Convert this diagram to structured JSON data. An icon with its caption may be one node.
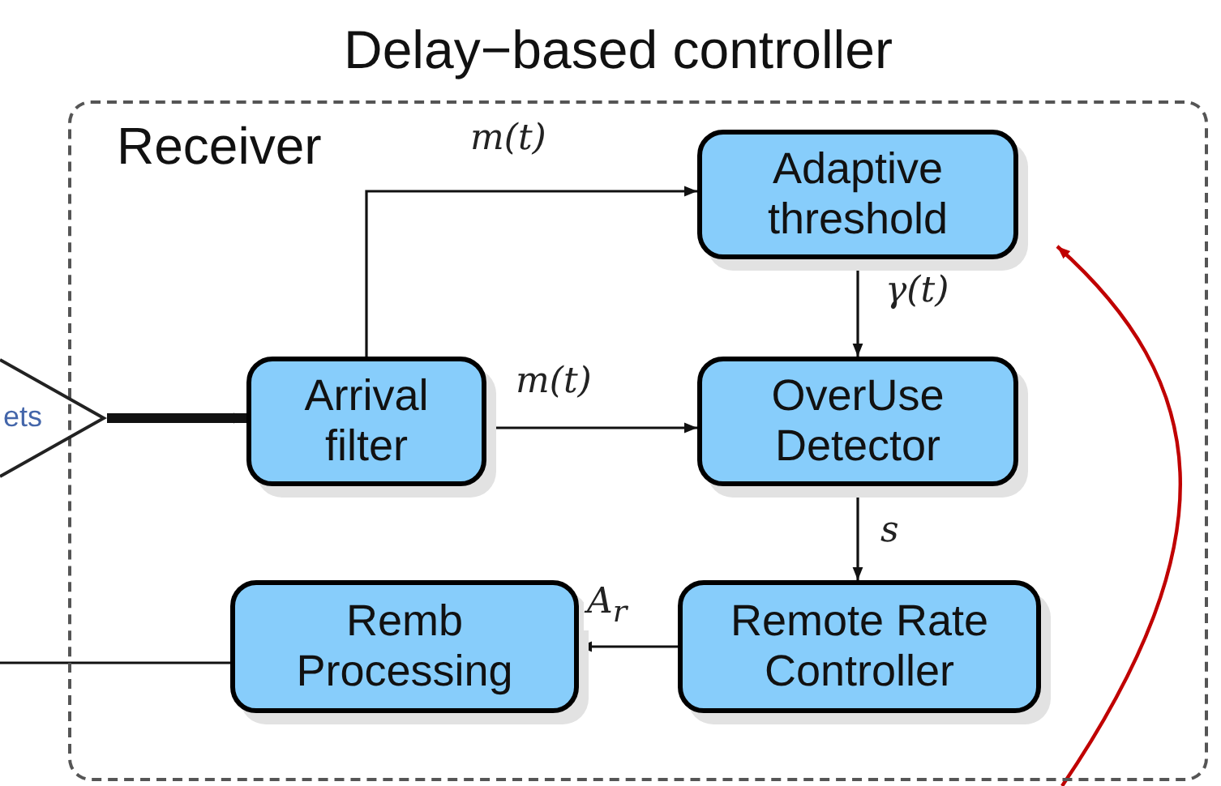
{
  "diagram": {
    "nodes": [
      {
        "text": [
          "Delay−based controller",
          "Receiver"
        ]
      },
      {
        "text": [
          "Adaptive threshold"
        ],
        "in": 0
      },
      {
        "text": [
          "Arrival filter"
        ],
        "in": 0
      },
      {
        "text": [
          "OverUse Detector"
        ],
        "in": 0
      },
      {
        "text": [
          "Remb Processing"
        ],
        "in": 0
      },
      {
        "text": [
          "Remote Rate Controller"
        ],
        "in": 0
      },
      {
        "text": [
          "ets"
        ]
      }
    ],
    "edges": [
      {
        "from": 6,
        "to": 2,
        "arrow": "to",
        "style": "thick"
      },
      {
        "from": 2,
        "to": 1,
        "arrow": "to",
        "label": "m(t)"
      },
      {
        "from": 2,
        "to": 3,
        "arrow": "to",
        "label": "m(t)"
      },
      {
        "from": 1,
        "to": 3,
        "arrow": "to",
        "label": "γ(t)"
      },
      {
        "from": 3,
        "to": 5,
        "arrow": "to",
        "label": "s"
      },
      {
        "from": 5,
        "to": 4,
        "arrow": "to",
        "label": "A$_{r}$"
      },
      {
        "from": 4,
        "to": null,
        "arrow": "none"
      },
      {
        "from": null,
        "to": 1,
        "arrow": "to",
        "color": "#c00000"
      }
    ]
  }
}
